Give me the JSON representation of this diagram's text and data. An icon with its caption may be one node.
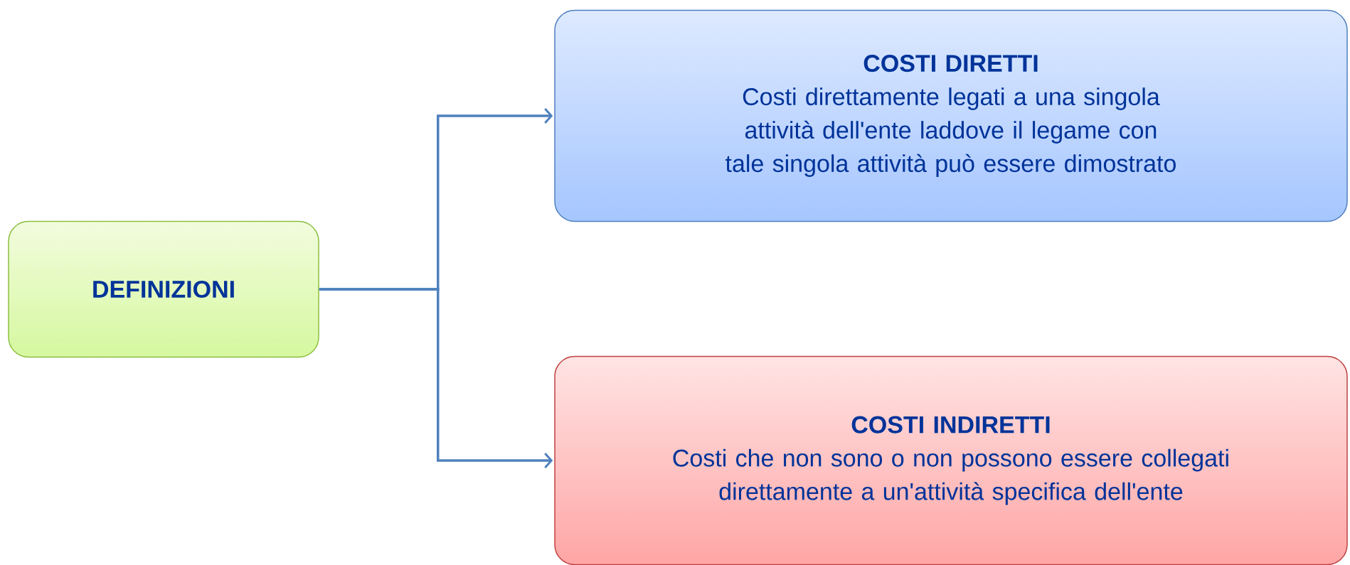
{
  "diagram": {
    "nodes": [
      {
        "text": [
          "DEFINIZIONI"
        ]
      },
      {
        "text": [
          "COSTI DIRETTI",
          "Costi direttamente legati a una singola attività dell'ente laddove il legame con tale singola attività può essere dimostrato"
        ]
      },
      {
        "text": [
          "COSTI INDIRETTI",
          "Costi che non sono o non possono essere collegati direttamente a un'attività specifica dell'ente"
        ]
      }
    ],
    "edges": [
      {
        "from": 0,
        "to": 1,
        "arrow": "to"
      },
      {
        "from": 0,
        "to": 2,
        "arrow": "to"
      }
    ]
  }
}
